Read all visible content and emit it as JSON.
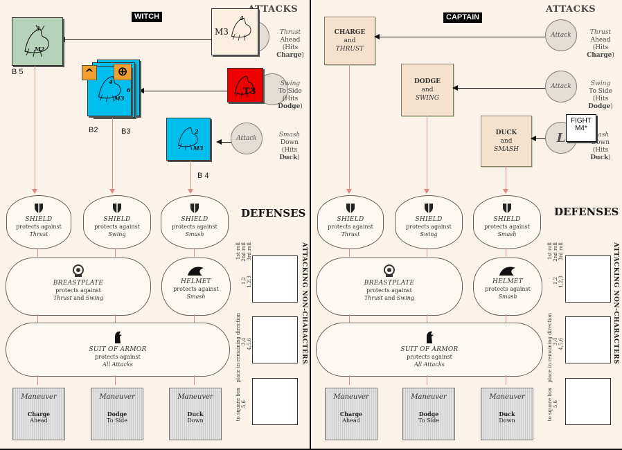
{
  "left": {
    "header": "WITCH",
    "attacks_title": "ATTACKS",
    "attacks": [
      {
        "circle": "",
        "line1": "Thrust",
        "line2": "Ahead",
        "hits_prefix": "(Hits ",
        "hits": "Charge",
        "hits_suffix": ")"
      },
      {
        "circle": "",
        "line1": "Swing",
        "line2": "To Side",
        "hits_prefix": "(Hits ",
        "hits": "Dodge",
        "hits_suffix": ")"
      },
      {
        "circle": "Attack",
        "line1": "Smash",
        "line2": "Down",
        "hits_prefix": "(Hits ",
        "hits": "Duck",
        "hits_suffix": ")"
      }
    ],
    "counters": {
      "m2": {
        "top": "3",
        "label": "M2",
        "color": "#b5d3b9"
      },
      "m3_stack_tab1": "^",
      "m3_stack_tab2": "⊕",
      "m3_stack": {
        "top": "4",
        "label": "M3",
        "side": "6",
        "color": "#00bfef"
      },
      "m3_attack_top": {
        "top": "4",
        "label": "M3",
        "color": "#fbefe0"
      },
      "t3": {
        "label": "T3",
        "color": "#ee0000"
      },
      "m3_box4": {
        "top": "2",
        "label": "M3",
        "color": "#00bfef"
      }
    },
    "tags": {
      "b5": "B 5",
      "b2": "B2",
      "b3": "B3",
      "b4": "B 4"
    },
    "defenses_title": "DEFENSES",
    "shields": [
      {
        "title": "SHIELD",
        "l1": "protects against",
        "l2": "Thrust"
      },
      {
        "title": "SHIELD",
        "l1": "protects against",
        "l2": "Swing"
      },
      {
        "title": "SHIELD",
        "l1": "protects against",
        "l2": "Smash"
      }
    ],
    "breastplate": {
      "title": "BREASTPLATE",
      "l1": "protects against",
      "l2a": "Thrust",
      "l2b": "and",
      "l2c": "Swing"
    },
    "helmet": {
      "title": "HELMET",
      "l1": "protects against",
      "l2": "Smash"
    },
    "armor": {
      "title": "SUIT OF ARMOR",
      "l1": "protects against",
      "l2": "All Attacks"
    },
    "maneuvers": [
      {
        "title": "Maneuver",
        "a1": "Charge",
        "a2": "Ahead"
      },
      {
        "title": "Maneuver",
        "a1": "Dodge",
        "a2": "To Side"
      },
      {
        "title": "Maneuver",
        "a1": "Duck",
        "a2": "Down"
      }
    ],
    "side_title": "ATTACKING NON-CHARACTERS",
    "side_rolls": [
      "1st roll",
      "2nd roll",
      "3rd roll"
    ],
    "side_ranges": [
      "1,2",
      "1,2,3",
      "3,4",
      "4,5,6",
      "5,6"
    ],
    "side_notes": [
      "place in remaining direction",
      "to square box"
    ]
  },
  "right": {
    "header": "CAPTAIN",
    "attacks_title": "ATTACKS",
    "slots": [
      {
        "a": "CHARGE",
        "b": "and",
        "c": "THRUST"
      },
      {
        "a": "DODGE",
        "b": "and",
        "c": "SWING"
      },
      {
        "a": "DUCK",
        "b": "and",
        "c": "SMASH"
      }
    ],
    "attacks": [
      {
        "circle": "Attack",
        "line1": "Thrust",
        "line2": "Ahead",
        "hits_prefix": "(Hits ",
        "hits": "Charge",
        "hits_suffix": ")"
      },
      {
        "circle": "Attack",
        "line1": "Swing",
        "line2": "To Side",
        "hits_prefix": "(Hits ",
        "hits": "Dodge",
        "hits_suffix": ")"
      },
      {
        "circle": "L",
        "line1": "mash",
        "line2": "Down",
        "hits_prefix": "(Hits ",
        "hits": "Duck",
        "hits_suffix": ")"
      }
    ],
    "fight_chit": {
      "l1": "FIGHT",
      "l2": "M4*"
    },
    "defenses_title": "DEFENSES",
    "shields": [
      {
        "title": "SHIELD",
        "l1": "protects against",
        "l2": "Thrust"
      },
      {
        "title": "SHIELD",
        "l1": "protects against",
        "l2": "Swing"
      },
      {
        "title": "SHIELD",
        "l1": "protects against",
        "l2": "Smash"
      }
    ],
    "breastplate": {
      "title": "BREASTPLATE",
      "l1": "protects against",
      "l2a": "Thrust",
      "l2b": "and",
      "l2c": "Swing"
    },
    "helmet": {
      "title": "HELMET",
      "l1": "protects against",
      "l2": "Smash"
    },
    "armor": {
      "title": "SUIT OF ARMOR",
      "l1": "protects against",
      "l2": "All Attacks"
    },
    "maneuvers": [
      {
        "title": "Maneuver",
        "a1": "Charge",
        "a2": "Ahead"
      },
      {
        "title": "Maneuver",
        "a1": "Dodge",
        "a2": "To Side"
      },
      {
        "title": "Maneuver",
        "a1": "Duck",
        "a2": "Down"
      }
    ],
    "side_title": "ATTACKING NON-CHARACTERS",
    "side_rolls": [
      "1st roll",
      "2nd roll",
      "3rd roll"
    ],
    "side_ranges": [
      "1,2",
      "1,2,3",
      "3,4",
      "4,5,6",
      "5,6"
    ],
    "side_notes": [
      "place in remaining direction",
      "to square box"
    ]
  },
  "icons": {
    "shield": "shield-icon",
    "breastplate": "breastplate-icon",
    "helmet": "helmet-icon",
    "armor": "armor-icon",
    "monster": "monster-icon"
  },
  "colors": {
    "pink_arrow": "#e08a80",
    "slot": "#f6e1cc",
    "board": "#fbf3ea"
  }
}
